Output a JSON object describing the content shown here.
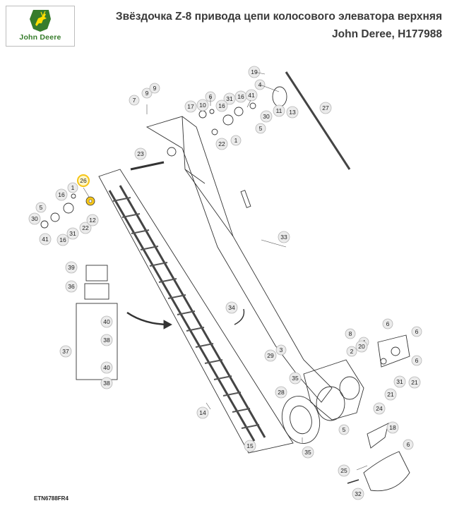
{
  "brand": {
    "logo_text": "John Deere",
    "logo_color": "#367c2b",
    "logo_accent": "#ffde00"
  },
  "title": {
    "line1": "Звёздочка Z-8 привода цепи колосового элеватора верхняя",
    "line2": "John Deree, H177988"
  },
  "highlight_color": "#f5c518",
  "callouts": [
    {
      "id": "c19",
      "label": "19"
    },
    {
      "id": "c4a",
      "label": "4"
    },
    {
      "id": "c9a",
      "label": "9"
    },
    {
      "id": "c9b",
      "label": "9"
    },
    {
      "id": "c7",
      "label": "7"
    },
    {
      "id": "c6a",
      "label": "6"
    },
    {
      "id": "c17",
      "label": "17"
    },
    {
      "id": "c10",
      "label": "10"
    },
    {
      "id": "c31a",
      "label": "31"
    },
    {
      "id": "c16a",
      "label": "16"
    },
    {
      "id": "c41a",
      "label": "41"
    },
    {
      "id": "c11",
      "label": "11"
    },
    {
      "id": "c13",
      "label": "13"
    },
    {
      "id": "c27",
      "label": "27"
    },
    {
      "id": "c16b",
      "label": "16"
    },
    {
      "id": "c30a",
      "label": "30"
    },
    {
      "id": "c5a",
      "label": "5"
    },
    {
      "id": "c22a",
      "label": "22"
    },
    {
      "id": "c1a",
      "label": "1"
    },
    {
      "id": "c23",
      "label": "23"
    },
    {
      "id": "c26",
      "label": "26"
    },
    {
      "id": "c16c",
      "label": "16"
    },
    {
      "id": "c1b",
      "label": "1"
    },
    {
      "id": "c5b",
      "label": "5"
    },
    {
      "id": "c30b",
      "label": "30"
    },
    {
      "id": "c31b",
      "label": "31"
    },
    {
      "id": "c22b",
      "label": "22"
    },
    {
      "id": "c12",
      "label": "12"
    },
    {
      "id": "c41b",
      "label": "41"
    },
    {
      "id": "c16d",
      "label": "16"
    },
    {
      "id": "c33",
      "label": "33"
    },
    {
      "id": "c39",
      "label": "39"
    },
    {
      "id": "c36",
      "label": "36"
    },
    {
      "id": "c34",
      "label": "34"
    },
    {
      "id": "c40a",
      "label": "40"
    },
    {
      "id": "c38a",
      "label": "38"
    },
    {
      "id": "c37",
      "label": "37"
    },
    {
      "id": "c40b",
      "label": "40"
    },
    {
      "id": "c38b",
      "label": "38"
    },
    {
      "id": "c8",
      "label": "8"
    },
    {
      "id": "c6b",
      "label": "6"
    },
    {
      "id": "c6c",
      "label": "6"
    },
    {
      "id": "c4b",
      "label": "4"
    },
    {
      "id": "c2",
      "label": "2"
    },
    {
      "id": "c20",
      "label": "20"
    },
    {
      "id": "c29",
      "label": "29"
    },
    {
      "id": "c3",
      "label": "3"
    },
    {
      "id": "c6d",
      "label": "6"
    },
    {
      "id": "c31c",
      "label": "31"
    },
    {
      "id": "c21a",
      "label": "21"
    },
    {
      "id": "c21b",
      "label": "21"
    },
    {
      "id": "c35a",
      "label": "35"
    },
    {
      "id": "c28",
      "label": "28"
    },
    {
      "id": "c14",
      "label": "14"
    },
    {
      "id": "c24",
      "label": "24"
    },
    {
      "id": "c5c",
      "label": "5"
    },
    {
      "id": "c18",
      "label": "18"
    },
    {
      "id": "c15",
      "label": "15"
    },
    {
      "id": "c35b",
      "label": "35"
    },
    {
      "id": "c6e",
      "label": "6"
    },
    {
      "id": "c25",
      "label": "25"
    },
    {
      "id": "c32",
      "label": "32"
    }
  ],
  "doc_code": "ETN6788FR4"
}
